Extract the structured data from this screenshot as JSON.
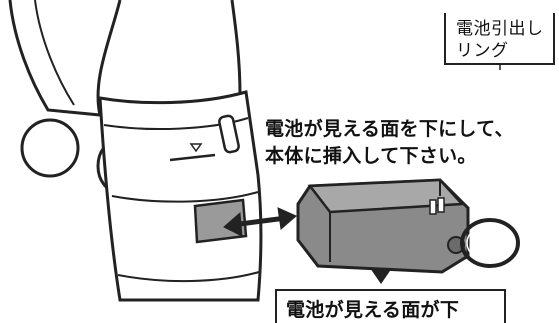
{
  "callout": {
    "line1": "電池引出し",
    "line2": "リング"
  },
  "instruction": {
    "line1": "電池が見える面を下にして、",
    "line2": "本体に挿入して下さい。"
  },
  "caption": {
    "text": "電池が見える面が下"
  },
  "colors": {
    "line": "#222222",
    "battery": "#8a8a8a",
    "battery_dark": "#6b6b6b",
    "slot": "#9a9a9a"
  }
}
